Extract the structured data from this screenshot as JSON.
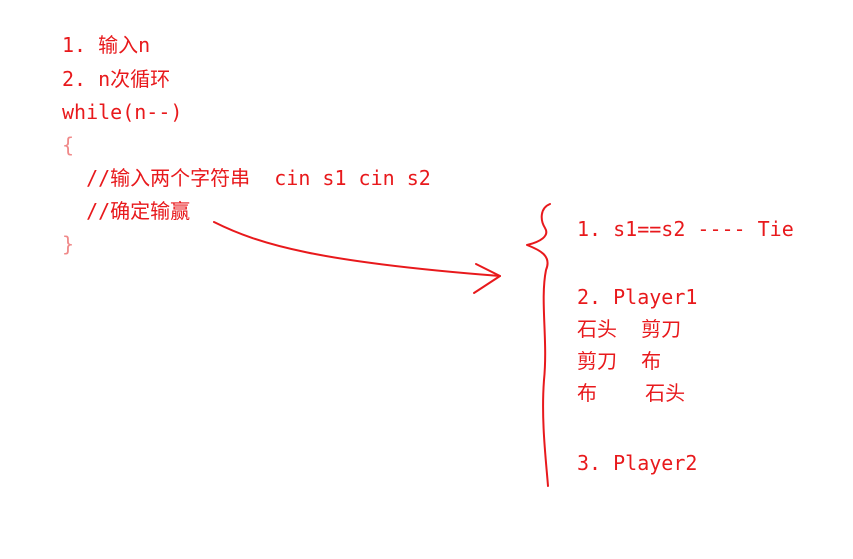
{
  "code": {
    "step1": "1. 输入n",
    "step2": "2. n次循环",
    "while_line": "while(n--)",
    "open_brace": "{",
    "comment_input": "  //输入两个字符串  cin s1 cin s2",
    "comment_decide": "  //确定输赢",
    "close_brace": "}"
  },
  "notes": {
    "case1": "1. s1==s2 ---- Tie",
    "case2_title": "2. Player1",
    "case2_row1": "石头  剪刀",
    "case2_row2": "剪刀  布",
    "case2_row3": "布    石头",
    "case3_title": "3. Player2"
  },
  "colors": {
    "ink": "#e8191c",
    "light_brace": "#f08a8a"
  }
}
